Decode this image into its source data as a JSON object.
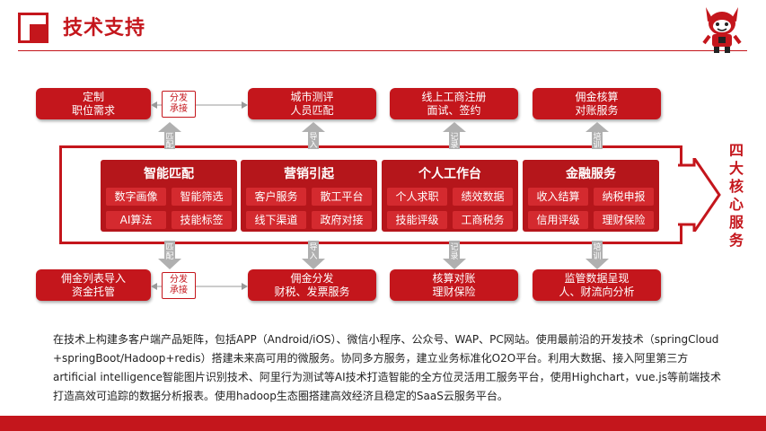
{
  "header": {
    "title": "技术支持"
  },
  "colors": {
    "brand": "#c4161c",
    "panel": "#b5161b",
    "chip": "#d42a2f",
    "arrow": "#b0b0b0"
  },
  "top_row": [
    {
      "lines": [
        "定制",
        "职位需求"
      ]
    },
    {
      "lines": [
        "城市测评",
        "人员匹配"
      ]
    },
    {
      "lines": [
        "线上工商注册",
        "面试、签约"
      ]
    },
    {
      "lines": [
        "佣金核算",
        "对账服务"
      ]
    }
  ],
  "bottom_row": [
    {
      "lines": [
        "佣金列表导入",
        "资金托管"
      ]
    },
    {
      "lines": [
        "佣金分发",
        "财税、发票服务"
      ]
    },
    {
      "lines": [
        "核算对账",
        "理财保险"
      ]
    },
    {
      "lines": [
        "监管数据呈现",
        "人、财流向分析"
      ]
    }
  ],
  "connector_top": {
    "lines": [
      "分发",
      "承接"
    ]
  },
  "connector_bottom": {
    "lines": [
      "分发",
      "承接"
    ]
  },
  "vertical_arrows_top": [
    "匹配",
    "导入",
    "记录",
    "培训"
  ],
  "vertical_arrows_bottom": [
    "匹配",
    "导入",
    "记录",
    "培训"
  ],
  "panels": [
    {
      "title": "智能匹配",
      "items": [
        "数字画像",
        "智能筛选",
        "AI算法",
        "技能标签"
      ]
    },
    {
      "title": "营销引起",
      "items": [
        "客户服务",
        "散工平台",
        "线下渠道",
        "政府对接"
      ]
    },
    {
      "title": "个人工作台",
      "items": [
        "个人求职",
        "绩效数据",
        "技能评级",
        "工商税务"
      ]
    },
    {
      "title": "金融服务",
      "items": [
        "收入结算",
        "纳税申报",
        "信用评级",
        "理财保险"
      ]
    }
  ],
  "side_label": "四大核心服务",
  "paragraph": "在技术上构建多客户端产品矩阵，包括APP（Android/iOS）、微信小程序、公众号、WAP、PC网站。使用最前沿的开发技术（springCloud +springBoot/Hadoop+redis）搭建未来高可用的微服务。协同多方服务，建立业务标准化O2O平台。利用大数据、接入阿里第三方artificial intelligence智能图片识别技术、阿里行为测试等AI技术打造智能的全方位灵活用工服务平台，使用Highchart，vue.js等前端技术打造高效可追踪的数据分析报表。使用hadoop生态圈搭建高效经济且稳定的SaaS云服务平台。"
}
